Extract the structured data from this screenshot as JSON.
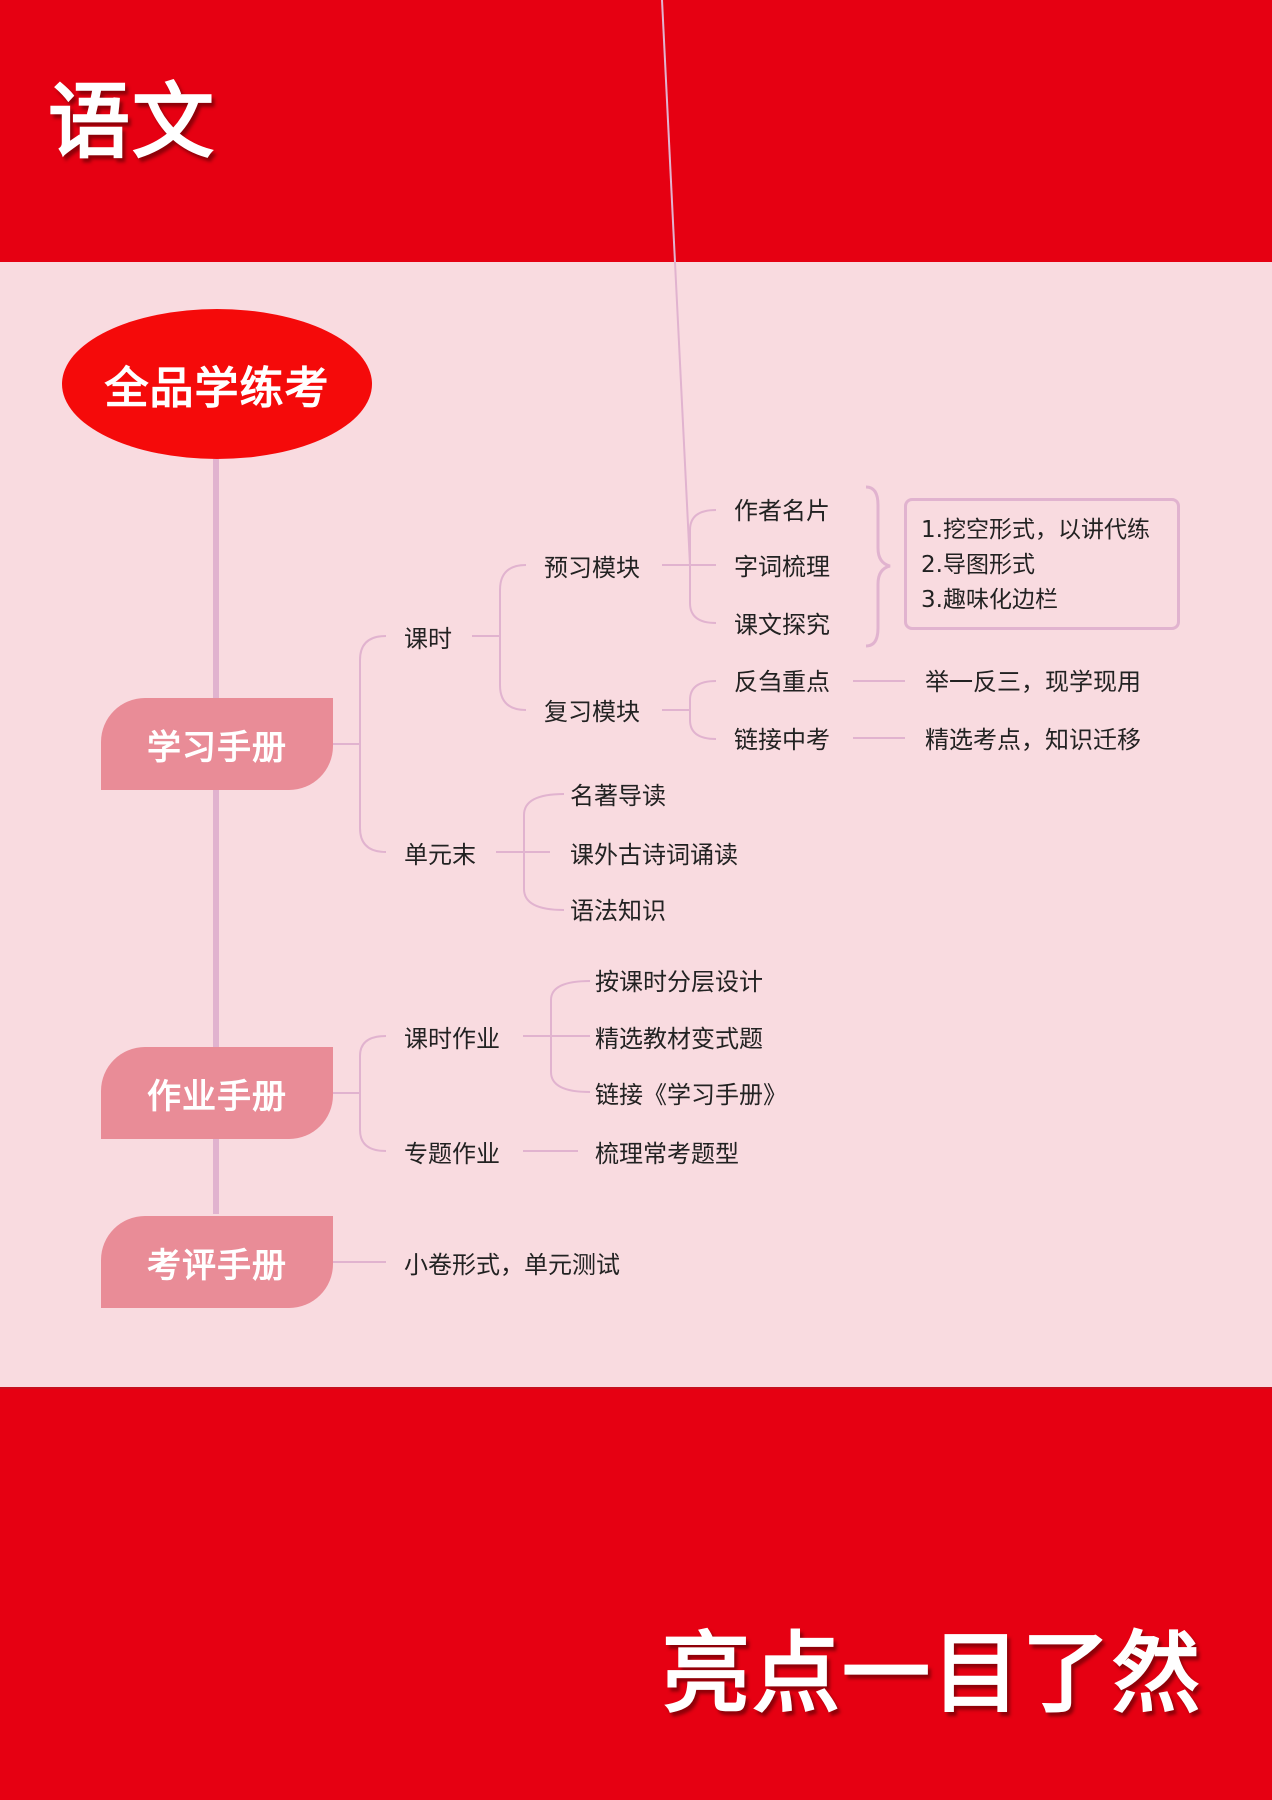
{
  "header": {
    "subject_title": "语文"
  },
  "footer": {
    "slogan": "亮点一目了然"
  },
  "colors": {
    "brand_red": "#e60012",
    "panel_bg": "#f9dbe0",
    "root_red": "#f50a0a",
    "book_pink": "#e98c97",
    "connector": "#e1b3cf",
    "text": "#222222"
  },
  "mindmap": {
    "root": "全品学练考",
    "books": [
      {
        "label": "学习手册",
        "children": [
          {
            "label": "课时",
            "children": [
              {
                "label": "预习模块",
                "children": [
                  {
                    "label": "作者名片"
                  },
                  {
                    "label": "字词梳理"
                  },
                  {
                    "label": "课文探究"
                  }
                ],
                "note": [
                  "1.挖空形式，以讲代练",
                  "2.导图形式",
                  "3.趣味化边栏"
                ]
              },
              {
                "label": "复习模块",
                "children": [
                  {
                    "label": "反刍重点",
                    "detail": "举一反三，现学现用"
                  },
                  {
                    "label": "链接中考",
                    "detail": "精选考点，知识迁移"
                  }
                ]
              }
            ]
          },
          {
            "label": "单元末",
            "children": [
              {
                "label": "名著导读"
              },
              {
                "label": "课外古诗词诵读"
              },
              {
                "label": "语法知识"
              }
            ]
          }
        ]
      },
      {
        "label": "作业手册",
        "children": [
          {
            "label": "课时作业",
            "children": [
              {
                "label": "按课时分层设计"
              },
              {
                "label": "精选教材变式题"
              },
              {
                "label": "链接《学习手册》"
              }
            ]
          },
          {
            "label": "专题作业",
            "children": [
              {
                "label": "梳理常考题型"
              }
            ]
          }
        ]
      },
      {
        "label": "考评手册",
        "children": [
          {
            "label": "小卷形式，单元测试"
          }
        ]
      }
    ]
  }
}
